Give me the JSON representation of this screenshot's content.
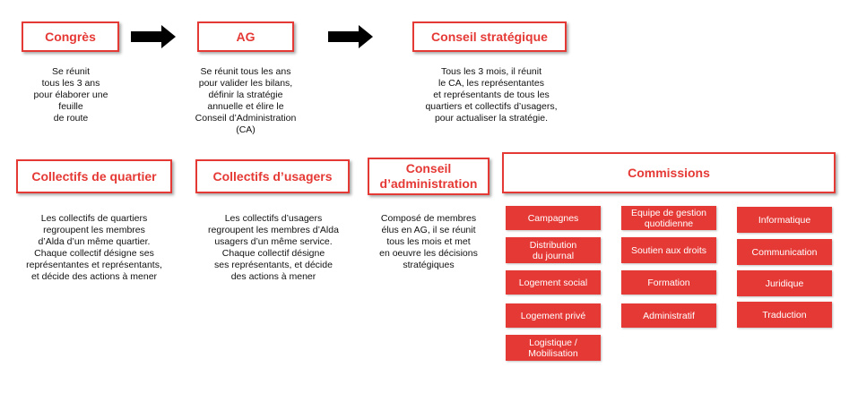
{
  "top": {
    "congres": {
      "title": "Congrès",
      "description": "Se réunit\ntous les 3 ans\npour élaborer une\nfeuille\nde route"
    },
    "ag": {
      "title": "AG",
      "description": "Se réunit tous les ans\npour valider les bilans,\ndéfinir la stratégie\nannuelle et élire le\nConseil d’Administration\n(CA)"
    },
    "conseil_strategique": {
      "title": "Conseil stratégique",
      "description": "Tous les 3 mois, il réunit\nle CA, les représentantes\net représentants de tous les\nquartiers et collectifs d’usagers,\npour actualiser la stratégie."
    }
  },
  "bottom": {
    "collectifs_quartier": {
      "title": "Collectifs de quartier",
      "description": "Les collectifs de quartiers\nregroupent les  membres\nd’Alda d’un même quartier.\nChaque collectif désigne ses\nreprésentantes et représentants,\net décide des actions à mener"
    },
    "collectifs_usagers": {
      "title": "Collectifs d’usagers",
      "description": "Les collectifs d’usagers\nregroupent les membres d’Alda\nusagers d’un même service.\nChaque collectif désigne\nses représentants, et décide\ndes actions à mener"
    },
    "conseil_administration": {
      "title": "Conseil\nd’administration",
      "description": "Composé de membres\nélus en AG, il se réunit\ntous les mois et met\nen oeuvre les décisions\nstratégiques"
    },
    "commissions": {
      "title": "Commissions",
      "columns": [
        [
          "Campagnes",
          "Distribution\ndu journal",
          "Logement social",
          "Logement privé",
          "Logistique /\nMobilisation"
        ],
        [
          "Equipe de gestion\nquotidienne",
          "Soutien aux droits",
          "Formation",
          "Administratif"
        ],
        [
          "Informatique",
          "Communication",
          "Juridique",
          "Traduction"
        ]
      ]
    }
  },
  "colors": {
    "accent": "#e53935",
    "arrow": "#000000"
  }
}
